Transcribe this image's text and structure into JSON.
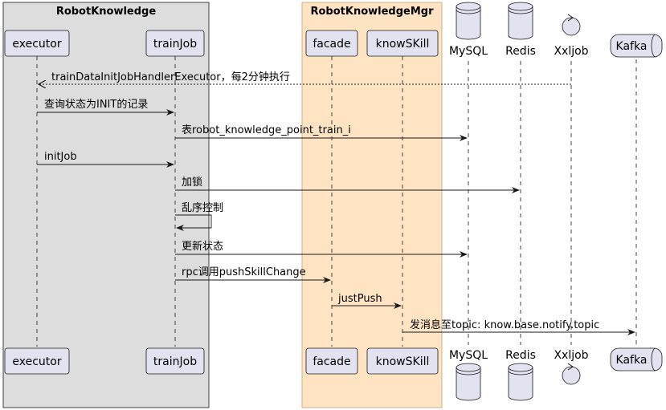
{
  "boxes": {
    "robot_knowledge": "RobotKnowledge",
    "robot_knowledge_mgr": "RobotKnowledgeMgr"
  },
  "participants": {
    "executor": "executor",
    "trainJob": "trainJob",
    "facade": "facade",
    "knowSkill": "knowSKill",
    "mysql": "MySQL",
    "redis": "Redis",
    "xxljob": "Xxljob",
    "kafka": "Kafka"
  },
  "messages": [
    {
      "text": "trainDataInitJobHandlerExecutor，每2分钟执行"
    },
    {
      "text": "查询状态为INIT的记录"
    },
    {
      "text": "表robot_knowledge_point_train_i"
    },
    {
      "text": "initJob"
    },
    {
      "text": "加锁"
    },
    {
      "text": "乱序控制"
    },
    {
      "text": "更新状态"
    },
    {
      "text": "rpc调用pushSkillChange"
    },
    {
      "text": "justPush"
    },
    {
      "text": "发消息至topic: know.base.notify.topic"
    }
  ],
  "colors": {
    "participant_fill": "#E2E2F0",
    "participant_border": "#181818",
    "box_robot_knowledge": "#DDDDDD",
    "box_robot_knowledge_mgr": "#FFE4C4",
    "arrow": "#181818"
  }
}
